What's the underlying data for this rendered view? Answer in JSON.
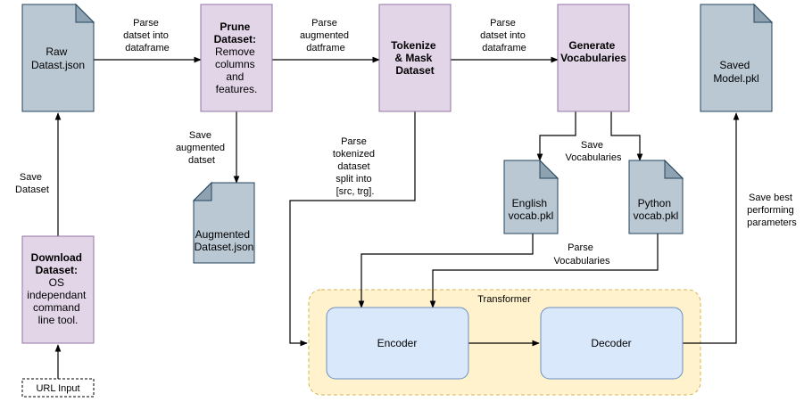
{
  "nodes": {
    "raw_dataset": [
      "Raw",
      "Datast.json"
    ],
    "prune_dataset": {
      "title": [
        "Prune",
        "Dataset:"
      ],
      "body": [
        "Remove",
        "columns",
        "and",
        "features."
      ]
    },
    "tokenize": [
      "Tokenize",
      "& Mask",
      "Dataset"
    ],
    "generate_vocab": [
      "Generate",
      "Vocabularies"
    ],
    "saved_model": [
      "Saved",
      "Model.pkl"
    ],
    "augmented_dataset": [
      "Augmented",
      "Dataset.json"
    ],
    "english_vocab": [
      "English",
      "vocab.pkl"
    ],
    "python_vocab": [
      "Python",
      "vocab.pkl"
    ],
    "download_dataset": {
      "title": [
        "Download",
        "Dataset:"
      ],
      "body": [
        "OS",
        "independant",
        "command",
        "line tool."
      ]
    },
    "url_input": "URL Input",
    "transformer_group": "Transformer",
    "encoder": "Encoder",
    "decoder": "Decoder"
  },
  "edge_labels": {
    "parse_into_dataframe": [
      "Parse",
      "datset into",
      "dataframe"
    ],
    "parse_augmented": [
      "Parse",
      "augmented",
      "datframe"
    ],
    "parse_into_dataframe_2": [
      "Parse",
      "datset into",
      "dataframe"
    ],
    "save_augmented": [
      "Save",
      "augmented",
      "datset"
    ],
    "save_dataset": [
      "Save",
      "Dataset"
    ],
    "parse_tokenized": [
      "Parse",
      "tokenized",
      "dataset",
      "split into",
      "[src, trg]."
    ],
    "save_vocabularies": [
      "Save",
      "Vocabularies"
    ],
    "parse_vocabularies": [
      "Parse",
      "Vocabularies"
    ],
    "save_best": [
      "Save best",
      "performing",
      "parameters"
    ]
  }
}
